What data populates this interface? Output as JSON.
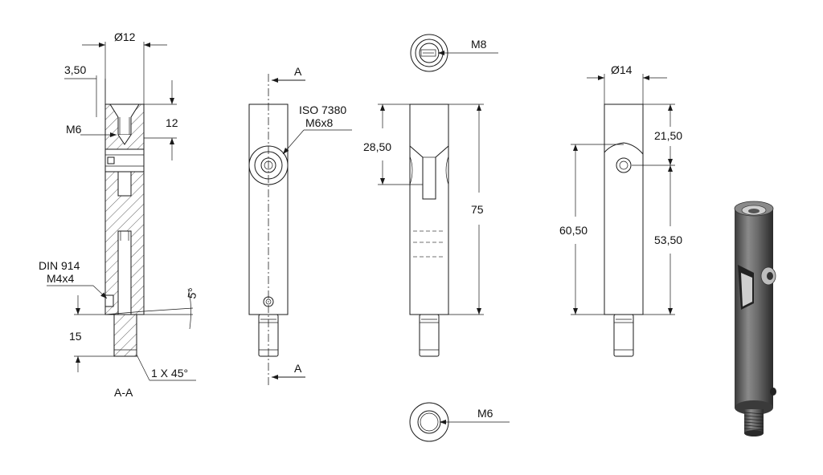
{
  "section_view": {
    "dia_top": "Ø12",
    "offset": "3,50",
    "thread_top": "M6",
    "depth_top": "12",
    "screw_label_1": "DIN 914",
    "screw_label_2": "M4x4",
    "angle": "5°",
    "bottom_len": "15",
    "chamfer": "1 X 45°",
    "section_name": "A-A"
  },
  "front_view": {
    "section_mark_top": "A",
    "section_mark_bottom": "A",
    "pin_label_1": "ISO 7380",
    "pin_label_2": "M6x8"
  },
  "side_view": {
    "top_thread": "M8",
    "slot_len": "28,50",
    "total_len": "75",
    "bottom_thread": "M6"
  },
  "right_view": {
    "dia": "Ø14",
    "dim_a": "21,50",
    "dim_b": "60,50",
    "dim_c": "53,50"
  }
}
